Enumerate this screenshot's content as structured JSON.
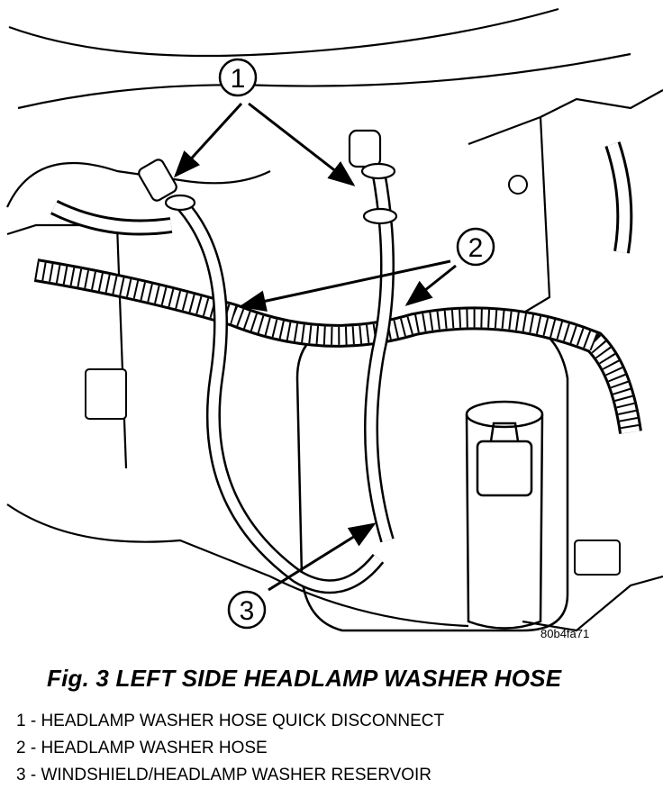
{
  "figure": {
    "code": "80b4fa71",
    "callouts": [
      "1",
      "2",
      "3"
    ]
  },
  "caption": "Fig. 3 LEFT SIDE HEADLAMP WASHER HOSE",
  "legend": [
    "1 - HEADLAMP WASHER HOSE QUICK DISCONNECT",
    "2 - HEADLAMP WASHER HOSE",
    "3 - WINDSHIELD/HEADLAMP WASHER RESERVOIR"
  ]
}
